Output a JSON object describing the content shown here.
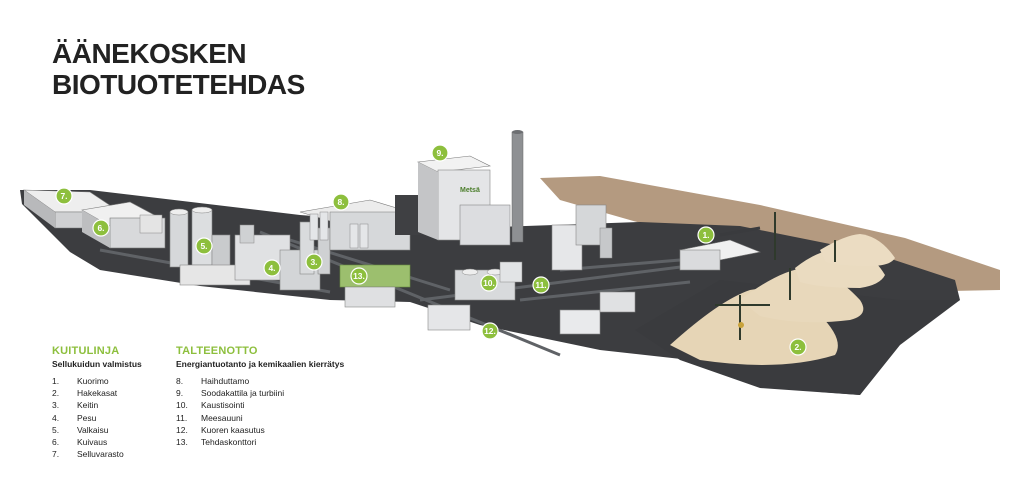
{
  "title": {
    "line1": "ÄÄNEKOSKEN",
    "line2": "BIOTUOTETEHDAS"
  },
  "building_sign": "Metsä",
  "legend": [
    {
      "heading": "KUITULINJA",
      "subheading": "Sellukuidun valmistus",
      "items": [
        {
          "num": "1.",
          "label": "Kuorimo"
        },
        {
          "num": "2.",
          "label": "Hakekasat"
        },
        {
          "num": "3.",
          "label": "Keitin"
        },
        {
          "num": "4.",
          "label": "Pesu"
        },
        {
          "num": "5.",
          "label": "Valkaisu"
        },
        {
          "num": "6.",
          "label": "Kuivaus"
        },
        {
          "num": "7.",
          "label": "Selluvarasto"
        }
      ]
    },
    {
      "heading": "TALTEENOTTO",
      "subheading": "Energiantuotanto ja kemikaalien kierrätys",
      "items": [
        {
          "num": "8.",
          "label": "Haihduttamo"
        },
        {
          "num": "9.",
          "label": "Soodakattila ja turbiini"
        },
        {
          "num": "10.",
          "label": "Kaustisointi"
        },
        {
          "num": "11.",
          "label": "Meesauuni"
        },
        {
          "num": "12.",
          "label": "Kuoren kaasutus"
        },
        {
          "num": "13.",
          "label": "Tehdaskonttori"
        }
      ]
    }
  ],
  "markers": [
    "1.",
    "2.",
    "4.",
    "5.",
    "6.",
    "7.",
    "3.",
    "8.",
    "9.",
    "10.",
    "11.",
    "12.",
    "13."
  ],
  "colors": {
    "accent": "#8dbf3d",
    "ground": "#3c3d40",
    "sand": "#e8d6b8",
    "dirt": "#b49a80"
  }
}
